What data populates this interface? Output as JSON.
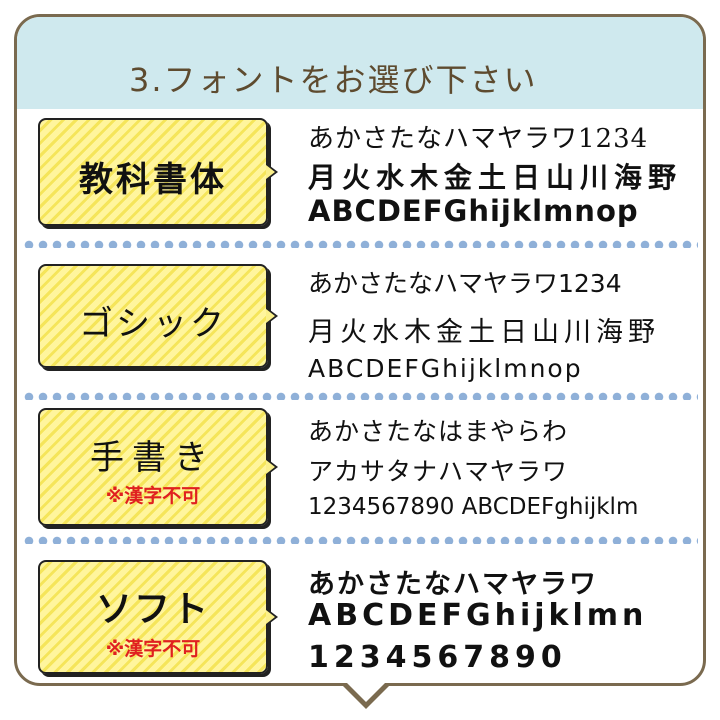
{
  "header": {
    "title": "3.フォントをお選び下さい"
  },
  "colors": {
    "header_bg": "#cfe9ee",
    "label_yellow": "#fff59d",
    "note_red": "#e02020",
    "divider_blue": "#8fb0d8"
  },
  "fonts": [
    {
      "label": "教科書体",
      "note": "",
      "samples": [
        "あかさたなハマヤラワ1234",
        "月火水木金土日山川海野",
        "ABCDEFGhijklmnop"
      ]
    },
    {
      "label": "ゴシック",
      "note": "",
      "samples": [
        "あかさたなハマヤラワ1234",
        "月火水木金土日山川海野",
        "ABCDEFGhijklmnop"
      ]
    },
    {
      "label": "手書き",
      "note": "※漢字不可",
      "samples": [
        "あかさたなはまやらわ",
        "アカサタナハマヤラワ",
        "1234567890 ABCDEFghijklm"
      ]
    },
    {
      "label": "ソフト",
      "note": "※漢字不可",
      "samples": [
        "あかさたなハマヤラワ",
        "ABCDEFGhijklmn",
        "1234567890"
      ]
    }
  ]
}
